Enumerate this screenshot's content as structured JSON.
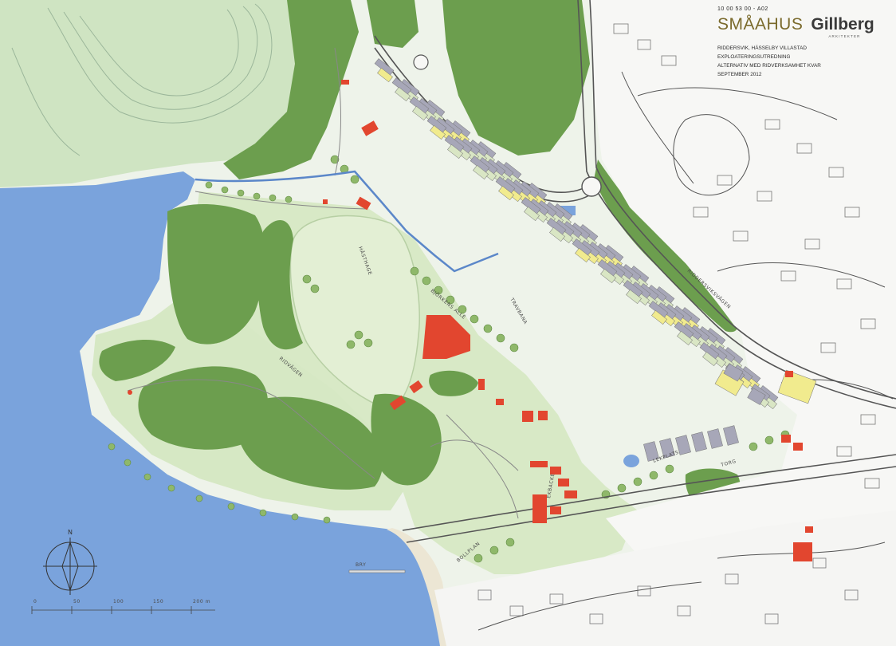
{
  "title_block": {
    "reference": "10 00 53 00 - A02",
    "logo_left": "SMÅAHUS",
    "logo_right": "Gillberg",
    "logo_right_sub": "ARKITEKTER",
    "lines": [
      "RIDDERSVIK, HÄSSELBY VILLASTAD",
      "EXPLOATERINGSUTREDNING",
      "ALTERNATIV MED RIDVERKSAMHET KVAR",
      "SEPTEMBER 2012"
    ]
  },
  "map_labels": {
    "north": "N",
    "pier": "BRY",
    "field": "HÄSTHAGE",
    "road_west": "RIDVÄGEN",
    "lane": "BJÖRKENS ALLÉ",
    "track": "TRAVBANA",
    "grove": "EKBACKE",
    "meadow": "LEKPLATS",
    "square": "TORG",
    "field_south": "BOLLPLAN",
    "main_road": "RIDDERSVIKSVÄGEN"
  },
  "scale_bar": {
    "ticks": [
      "0",
      "50",
      "100",
      "150",
      "200 m"
    ]
  },
  "colors": {
    "water": "#7aa3dc",
    "forest": "#6c9e4e",
    "meadow": "#cfe2b6",
    "housing": "#a7a7b8",
    "yard": "#f1eb8e",
    "red_building": "#e2462f",
    "beach": "#ece6d4"
  }
}
